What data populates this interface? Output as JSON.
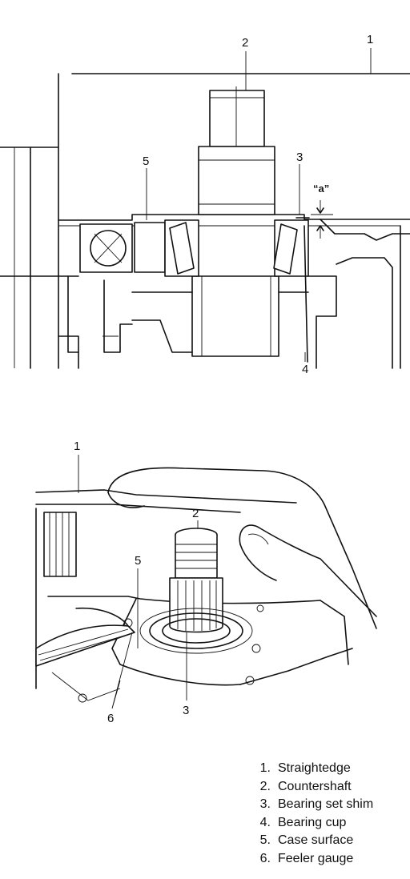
{
  "figure_top": {
    "callouts": [
      {
        "id": "1",
        "text": "1"
      },
      {
        "id": "2",
        "text": "2"
      },
      {
        "id": "3",
        "text": "3"
      },
      {
        "id": "4",
        "text": "4"
      },
      {
        "id": "5",
        "text": "5"
      }
    ],
    "dimension_label": "“a”"
  },
  "figure_bottom": {
    "callouts": [
      {
        "id": "1",
        "text": "1"
      },
      {
        "id": "2",
        "text": "2"
      },
      {
        "id": "3",
        "text": "3"
      },
      {
        "id": "5",
        "text": "5"
      },
      {
        "id": "6",
        "text": "6"
      }
    ]
  },
  "legend": [
    {
      "num": "1.",
      "label": "Straightedge"
    },
    {
      "num": "2.",
      "label": "Countershaft"
    },
    {
      "num": "3.",
      "label": "Bearing set shim"
    },
    {
      "num": "4.",
      "label": "Bearing cup"
    },
    {
      "num": "5.",
      "label": "Case surface"
    },
    {
      "num": "6.",
      "label": "Feeler gauge"
    }
  ]
}
